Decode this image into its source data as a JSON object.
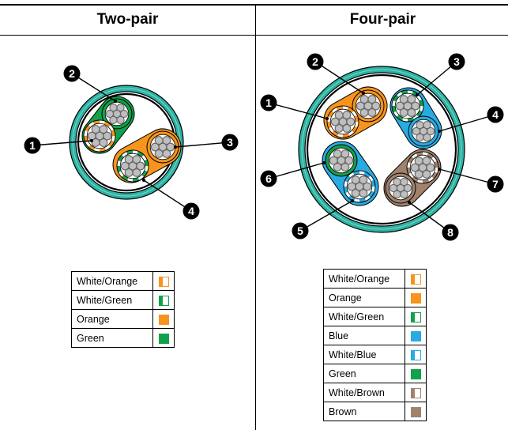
{
  "headers": {
    "two_pair": "Two-pair",
    "four_pair": "Four-pair"
  },
  "colors": {
    "orange": "#F7941D",
    "green": "#12A14B",
    "blue": "#29ABE2",
    "brown": "#A0826D",
    "jacket": "#2BB3A3",
    "foil": "#000000"
  },
  "two_pair": {
    "callouts": [
      "1",
      "2",
      "3",
      "4"
    ],
    "legend": [
      {
        "label": "White/Orange",
        "color": "#F7941D",
        "striped": true
      },
      {
        "label": "White/Green",
        "color": "#12A14B",
        "striped": true
      },
      {
        "label": "Orange",
        "color": "#F7941D",
        "striped": false
      },
      {
        "label": "Green",
        "color": "#12A14B",
        "striped": false
      }
    ]
  },
  "four_pair": {
    "callouts": [
      "1",
      "2",
      "3",
      "4",
      "5",
      "6",
      "7",
      "8"
    ],
    "legend": [
      {
        "label": "White/Orange",
        "color": "#F7941D",
        "striped": true
      },
      {
        "label": "Orange",
        "color": "#F7941D",
        "striped": false
      },
      {
        "label": "White/Green",
        "color": "#12A14B",
        "striped": true
      },
      {
        "label": "Blue",
        "color": "#29ABE2",
        "striped": false
      },
      {
        "label": "White/Blue",
        "color": "#29ABE2",
        "striped": true
      },
      {
        "label": "Green",
        "color": "#12A14B",
        "striped": false
      },
      {
        "label": "White/Brown",
        "color": "#A0826D",
        "striped": true
      },
      {
        "label": "Brown",
        "color": "#A0826D",
        "striped": false
      }
    ]
  }
}
